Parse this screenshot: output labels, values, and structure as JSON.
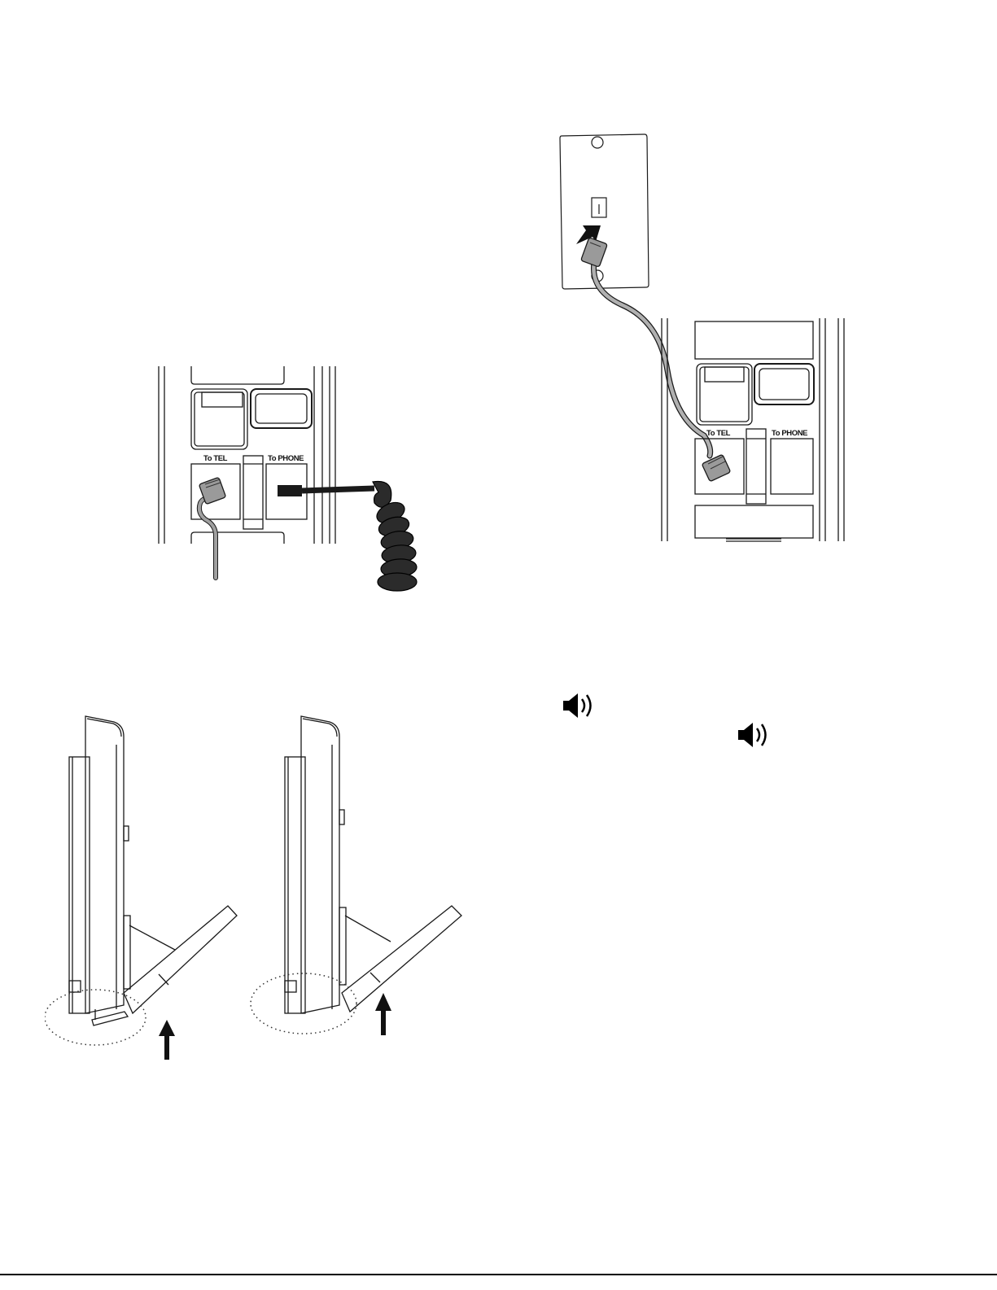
{
  "figures": {
    "panel_left": {
      "label_tel": "To TEL",
      "label_phone": "To PHONE"
    },
    "panel_right": {
      "label_tel": "To TEL",
      "label_phone": "To PHONE"
    }
  },
  "icons": [
    "speaker-icon",
    "speaker-icon"
  ],
  "colors": {
    "line": "#1a1a1a",
    "cord": "#2b2b2b",
    "tel_cord": "#9a9a9a"
  }
}
